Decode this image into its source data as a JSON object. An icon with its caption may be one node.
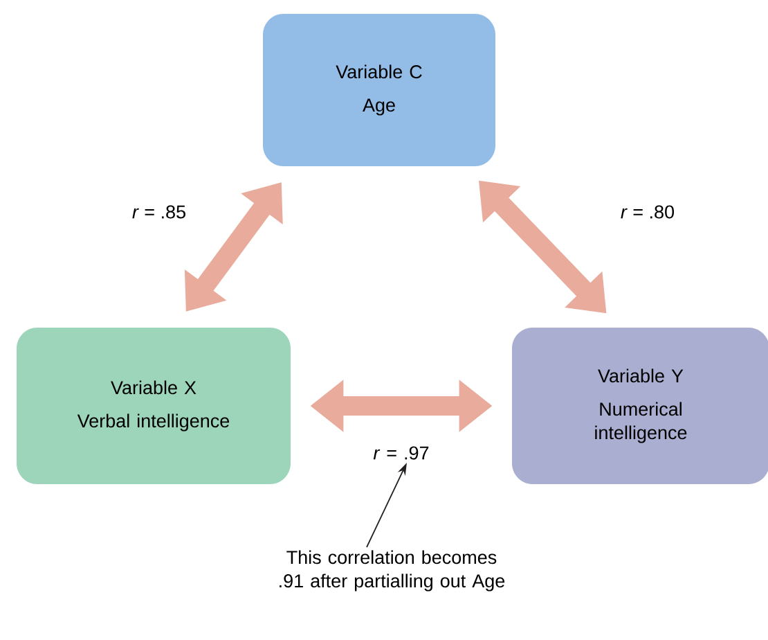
{
  "diagram": {
    "nodes": [
      {
        "text": [
          "Variable C",
          "Age"
        ]
      },
      {
        "text": [
          "Variable X",
          "Verbal intelligence"
        ]
      },
      {
        "text": [
          "Variable Y",
          "Numerical intelligence"
        ]
      },
      {
        "text": [
          "This correlation becomes .91 after partialling out Age"
        ]
      },
      {
        "text": [
          "*r* = .97"
        ]
      }
    ],
    "edges": [
      {
        "from": 1,
        "to": 0,
        "arrow": "both",
        "label": "*r* = .85"
      },
      {
        "from": 0,
        "to": 2,
        "arrow": "both",
        "label": "*r* = .80"
      },
      {
        "from": 1,
        "to": 2,
        "arrow": "both"
      },
      {
        "from": 3,
        "to": 4,
        "arrow": "to",
        "color": "#231f20"
      }
    ]
  }
}
